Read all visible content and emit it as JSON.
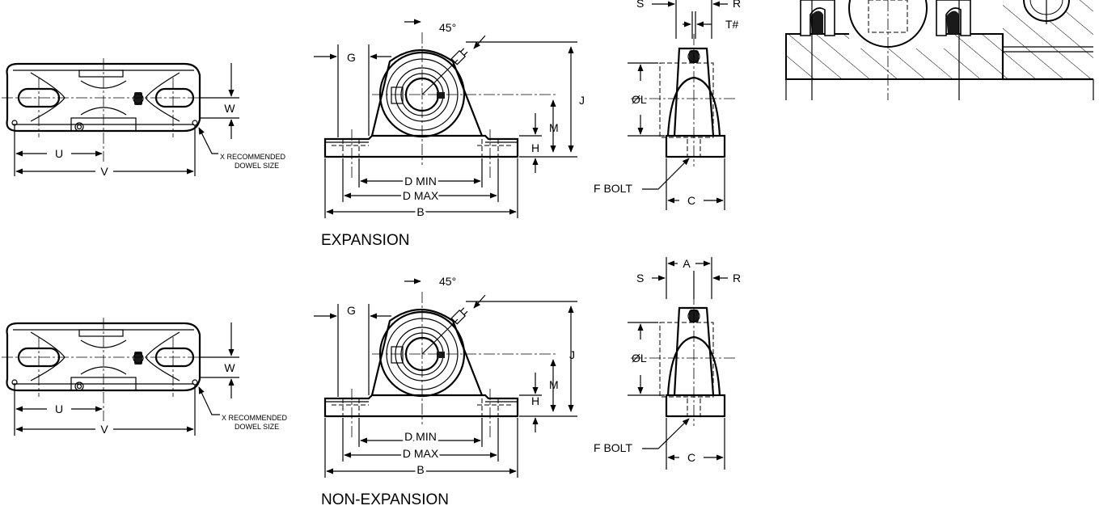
{
  "top": {
    "plan": {
      "u": "U",
      "v": "V",
      "w": "W",
      "dowel_line1": "X RECOMMENDED",
      "dowel_line2": "DOWEL SIZE"
    },
    "front": {
      "angle": "45°",
      "g": "G",
      "j": "J",
      "m": "M",
      "h": "H",
      "dmin": "D MIN",
      "dmax": "D MAX",
      "b": "B",
      "caption": "EXPANSION"
    },
    "side": {
      "s": "S",
      "r": "R",
      "t": "T#",
      "l": "ØL",
      "fbolt": "F BOLT",
      "c": "C"
    }
  },
  "bottom": {
    "plan": {
      "u": "U",
      "v": "V",
      "w": "W",
      "dowel_line1": "X RECOMMENDED",
      "dowel_line2": "DOWEL SIZE"
    },
    "front": {
      "angle": "45°",
      "g": "G",
      "j": "J",
      "m": "M",
      "h": "H",
      "dmin": "D MIN",
      "dmax": "D MAX",
      "b": "B",
      "caption": "NON-EXPANSION"
    },
    "side": {
      "a": "A",
      "s": "S",
      "r": "R",
      "l": "ØL",
      "fbolt": "F BOLT",
      "c": "C"
    }
  }
}
